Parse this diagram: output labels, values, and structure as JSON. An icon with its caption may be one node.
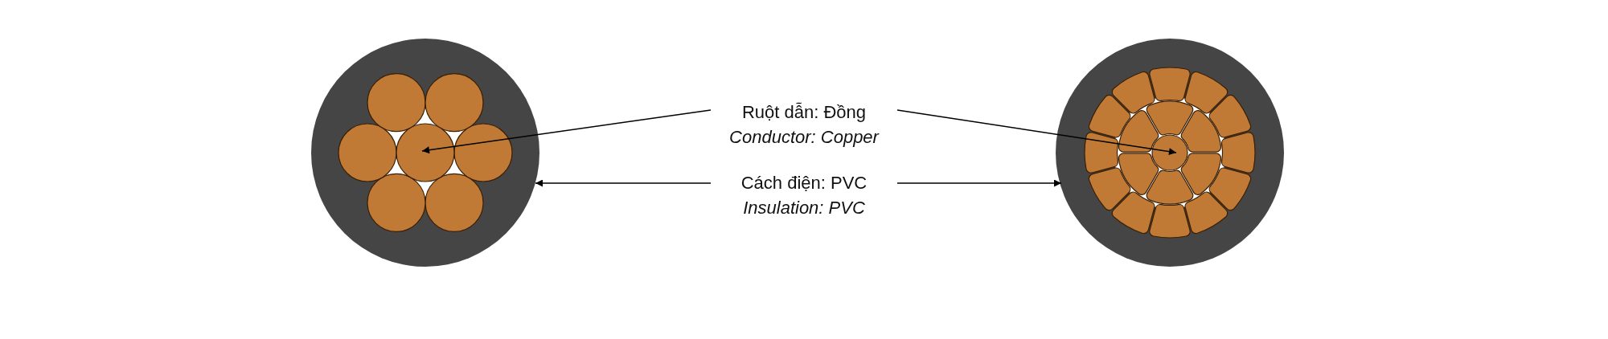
{
  "diagram": {
    "nodes": [
      {
        "text": [],
        "shape": "circle"
      },
      {
        "text": [],
        "shape": "circle",
        "in": 0
      },
      {
        "text": [
          "Ruột dẫn: Đồng",
          "Conductor: Copper"
        ]
      },
      {
        "text": [
          "Cách điện: PVC",
          "Insulation: PVC"
        ]
      },
      {
        "text": [],
        "shape": "circle"
      },
      {
        "text": [],
        "shape": "circle",
        "in": 4
      }
    ],
    "edges": [
      {
        "from": 2,
        "to": 1,
        "arrow": "to"
      },
      {
        "from": 2,
        "to": 5,
        "arrow": "to"
      },
      {
        "from": 3,
        "to": 0,
        "arrow": "to"
      },
      {
        "from": 3,
        "to": 4,
        "arrow": "to"
      }
    ]
  }
}
